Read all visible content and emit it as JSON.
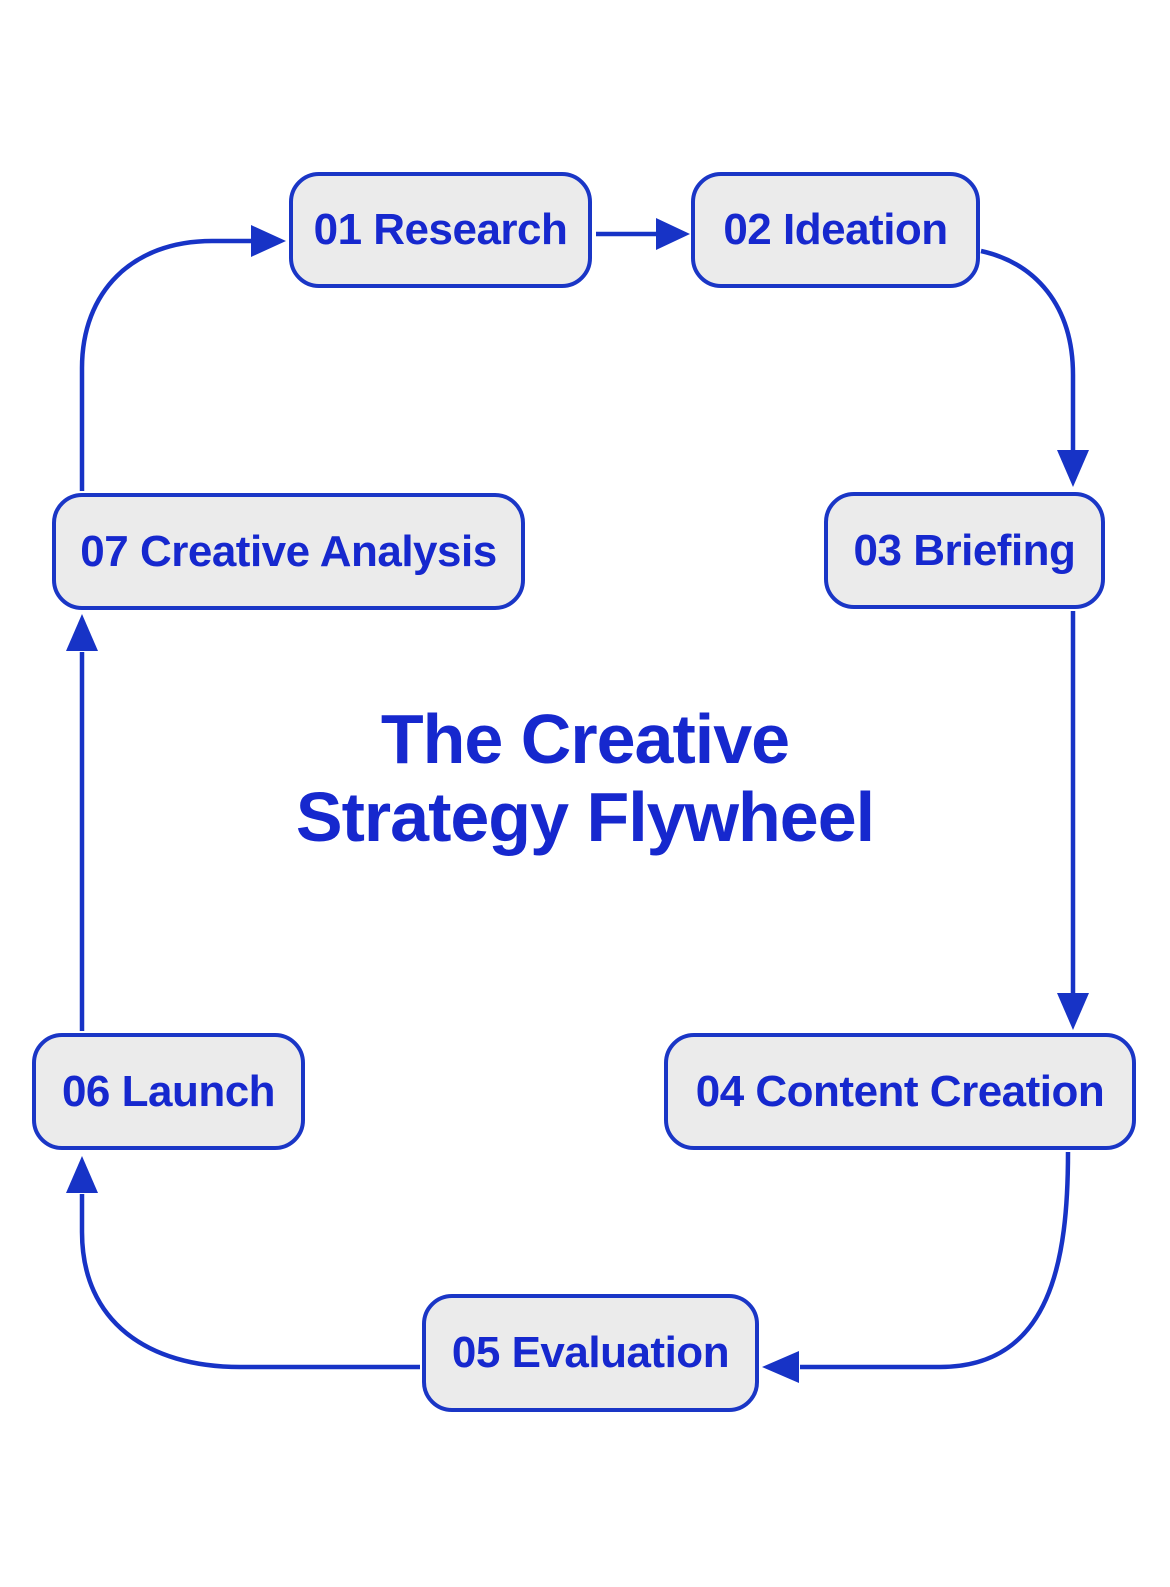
{
  "title": {
    "line1": "The Creative",
    "line2": "Strategy Flywheel"
  },
  "nodes": [
    {
      "id": "research",
      "label": "01 Research"
    },
    {
      "id": "ideation",
      "label": "02 Ideation"
    },
    {
      "id": "briefing",
      "label": "03 Briefing"
    },
    {
      "id": "content-creation",
      "label": "04 Content Creation"
    },
    {
      "id": "evaluation",
      "label": "05 Evaluation"
    },
    {
      "id": "launch",
      "label": "06 Launch"
    },
    {
      "id": "creative-analysis",
      "label": "07 Creative Analysis"
    }
  ],
  "edges": [
    {
      "from": "01 Research",
      "to": "02 Ideation"
    },
    {
      "from": "02 Ideation",
      "to": "03 Briefing"
    },
    {
      "from": "03 Briefing",
      "to": "04 Content Creation"
    },
    {
      "from": "04 Content Creation",
      "to": "05 Evaluation"
    },
    {
      "from": "05 Evaluation",
      "to": "06 Launch"
    },
    {
      "from": "06 Launch",
      "to": "07 Creative Analysis"
    },
    {
      "from": "07 Creative Analysis",
      "to": "01 Research"
    }
  ],
  "colors": {
    "stroke_blue": "#1733c6",
    "text_blue": "#1628ce",
    "node_fill": "#ebebeb",
    "background": "#ffffff"
  }
}
